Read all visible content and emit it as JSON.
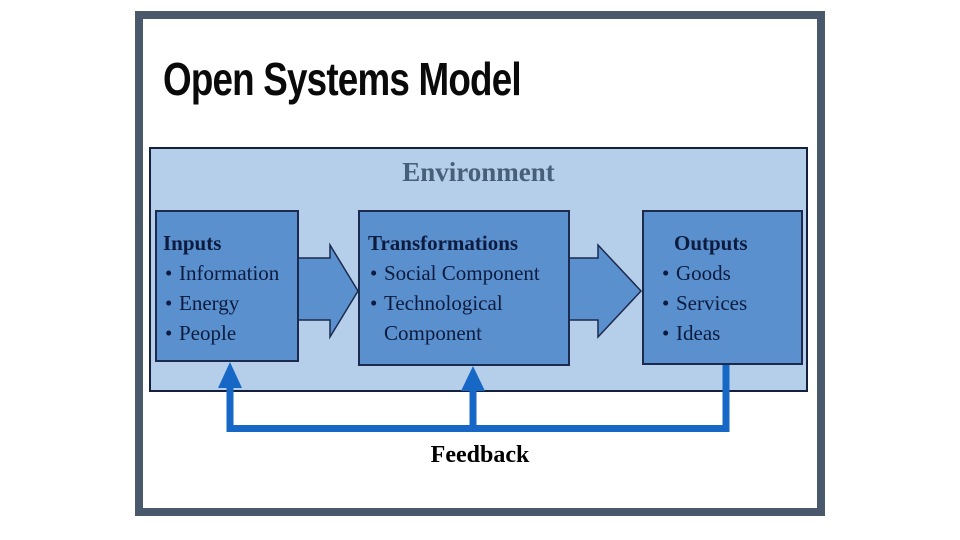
{
  "slide": {
    "title": "Open Systems Model",
    "environment_label": "Environment",
    "feedback_label": "Feedback"
  },
  "diagram": {
    "boxes": [
      {
        "id": "inputs",
        "heading": "Inputs",
        "bullets": [
          "Information",
          "Energy",
          "People"
        ]
      },
      {
        "id": "transformations",
        "heading": "Transformations",
        "bullets": [
          "Social Component",
          "Technological Component"
        ]
      },
      {
        "id": "outputs",
        "heading": "Outputs",
        "bullets": [
          "Goods",
          "Services",
          "Ideas"
        ]
      }
    ],
    "arrows": [
      "inputs-to-transformations",
      "transformations-to-outputs"
    ],
    "feedback_flow": "outputs-back-to-inputs-and-transformations"
  },
  "colors": {
    "frame-border": "#4a586c",
    "title-text": "#0a0a0a",
    "env-fill": "#b5cfeb",
    "env-border": "#15213c",
    "env-text": "#485f78",
    "box-fill": "#5b90ce",
    "box-border": "#1b2a4d",
    "box-text": "#0c1b3e",
    "feedback-blue": "#1768c6"
  }
}
